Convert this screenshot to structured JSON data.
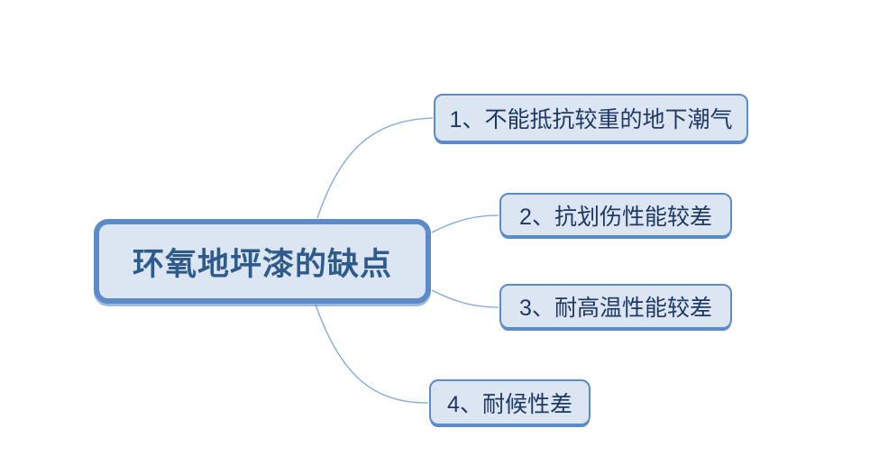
{
  "canvas": {
    "background": "#ffffff"
  },
  "mindmap": {
    "root": {
      "label": "环氧地坪漆的缺点"
    },
    "children": [
      {
        "label": "1、不能抵抗较重的地下潮气"
      },
      {
        "label": "2、抗划伤性能较差"
      },
      {
        "label": "3、耐高温性能较差"
      },
      {
        "label": "4、耐候性差"
      }
    ],
    "colors": {
      "canvas_bg": "#ffffff",
      "node_fill": "#dce6f2",
      "node_border": "#5b8bc8",
      "root_text": "#2f5b8b",
      "child_text": "#1f3864",
      "connector": "#7da7d9"
    }
  }
}
